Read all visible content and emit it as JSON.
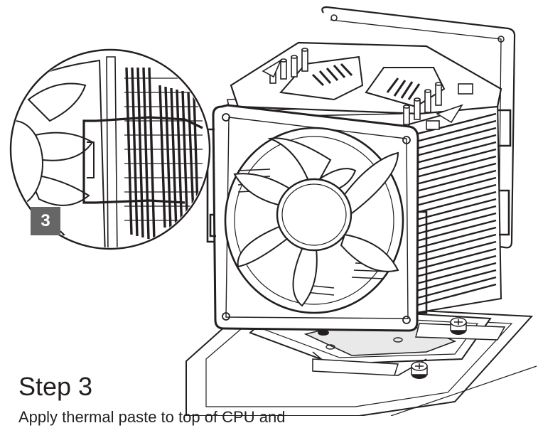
{
  "figure": {
    "icons": {
      "cooler": "cpu-cooler-illustration",
      "zoom": "zoom-detail-circle",
      "fan": "fan-illustration",
      "clip": "fan-clip-icon",
      "screw": "mounting-screw-icon"
    },
    "badge_label": "3"
  },
  "instruction": {
    "heading": "Step 3",
    "body": "Apply thermal paste to top of CPU and"
  }
}
